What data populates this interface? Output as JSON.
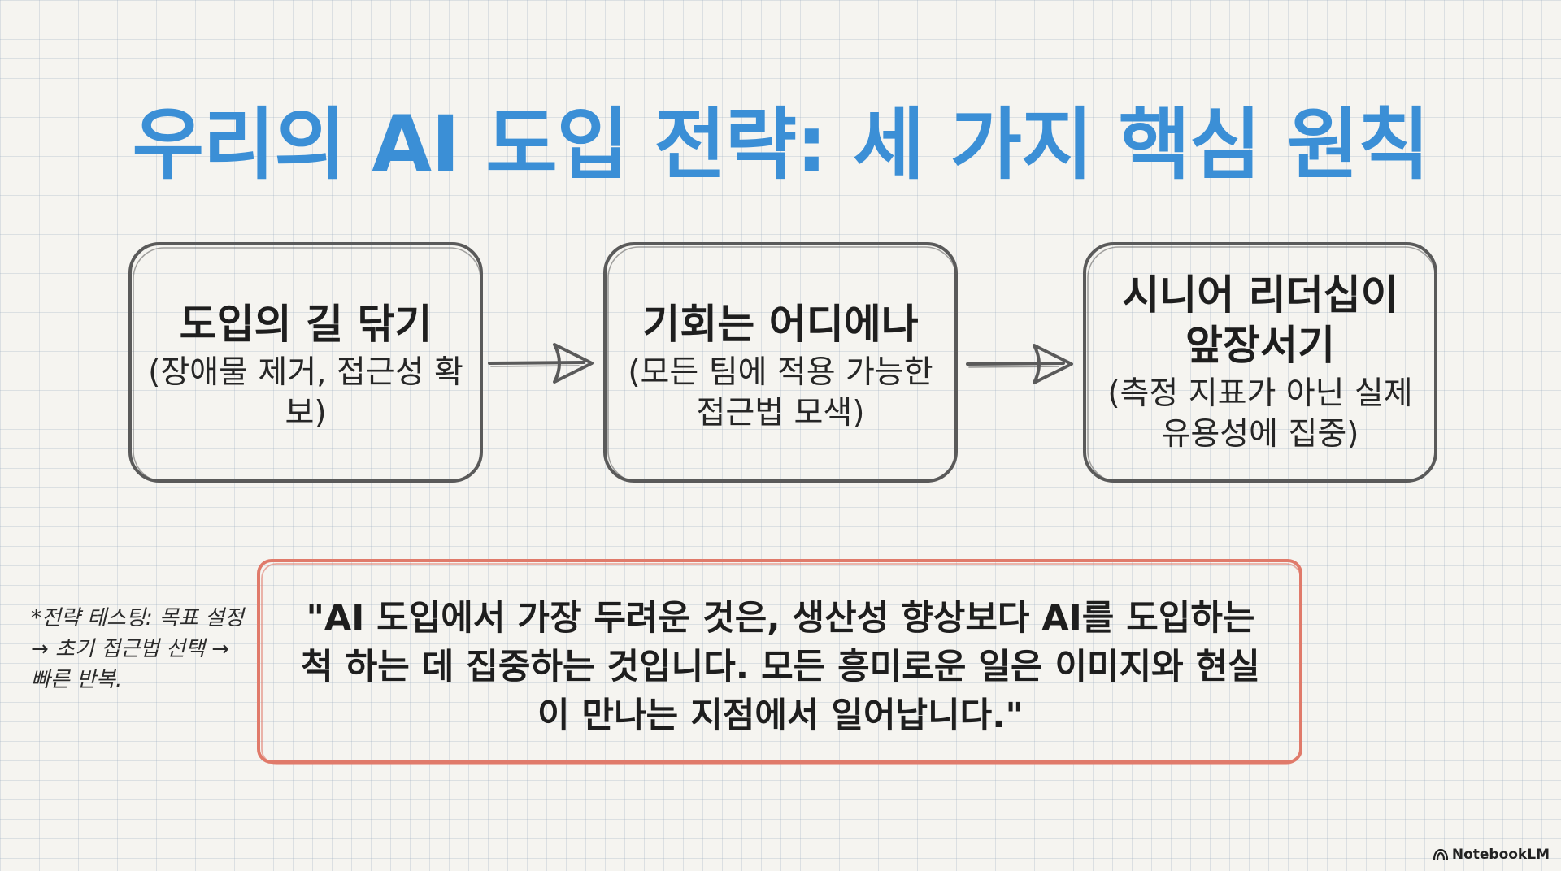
{
  "title": "우리의 AI 도입 전략: 세 가지 핵심 원칙",
  "steps": [
    {
      "heading": "도입의 길 닦기",
      "sub": "(장애물 제거, 접근성 확보)"
    },
    {
      "heading": "기회는 어디에나",
      "sub": "(모든 팀에 적용 가능한 접근법 모색)"
    },
    {
      "heading": "시니어 리더십이 앞장서기",
      "sub": "(측정 지표가 아닌 실제 유용성에 집중)"
    }
  ],
  "side_note": "*전략 테스팅: 목표 설정 → 초기 접근법 선택 → 빠른 반복.",
  "quote": "\"AI 도입에서 가장 두려운 것은, 생산성 향상보다 AI를 도입하는 척 하는 데 집중하는 것입니다. 모든 흥미로운 일은 이미지와 현실이 만나는 지점에서 일어납니다.\"",
  "brand": "NotebookLM",
  "colors": {
    "title": "#3b8fd6",
    "quote_border": "#e07a6a",
    "box_border": "#5a5a5a"
  }
}
